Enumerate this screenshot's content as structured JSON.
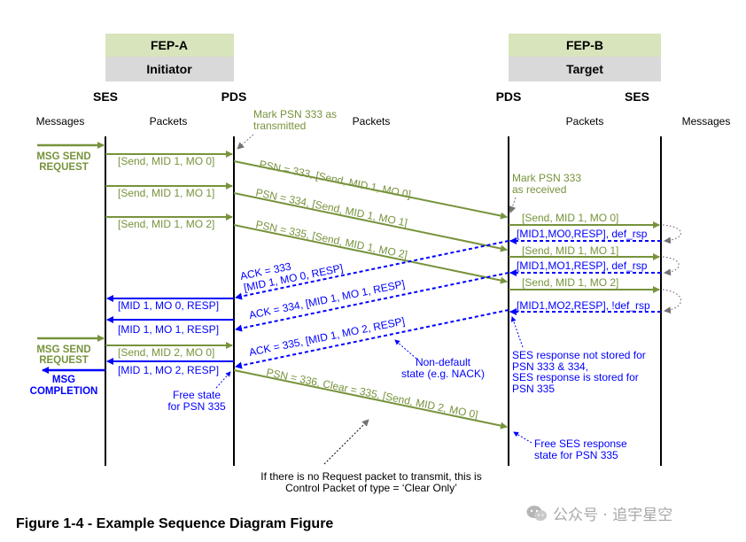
{
  "colors": {
    "green": "#77933C",
    "blue": "#0000FF",
    "black": "#000000",
    "grey": "#767171",
    "header_green": "#D8E4BC",
    "header_grey": "#D9D9D9"
  },
  "fep_a": {
    "name": "FEP-A",
    "role": "Initiator"
  },
  "fep_b": {
    "name": "FEP-B",
    "role": "Target"
  },
  "lanes": {
    "ses_left": "SES",
    "pds_left": "PDS",
    "pds_right": "PDS",
    "ses_right": "SES"
  },
  "columns": {
    "messages_left": "Messages",
    "packets_left": "Packets",
    "packets_mid": "Packets",
    "packets_right": "Packets",
    "messages_right": "Messages"
  },
  "msg": {
    "send_request_1": [
      "MSG SEND",
      "REQUEST"
    ],
    "send_request_2": [
      "MSG SEND",
      "REQUEST"
    ],
    "completion": [
      "MSG",
      "COMPLETION"
    ]
  },
  "left_packets": {
    "p1": "[Send, MID 1, MO 0]",
    "p2": "[Send, MID 1, MO 1]",
    "p3": "[Send, MID 1, MO 2]",
    "r1": "[MID 1, MO 0, RESP]",
    "r2": "[MID 1, MO 1, RESP]",
    "p4": "[Send, MID 2, MO 0]",
    "r3": "[MID 1, MO 2, RESP]"
  },
  "wire": {
    "psn333": "PSN = 333, [Send, MID 1, MO 0]",
    "psn334": "PSN = 334, [Send, MID 1, MO 1]",
    "psn335": "PSN = 335, [Send, MID 1, MO 2]",
    "ack333": [
      "ACK = 333",
      "[MID 1, MO 0, RESP]"
    ],
    "ack334": "ACK = 334, [MID 1, MO 1, RESP]",
    "ack335": "ACK = 335, [MID 1, MO 2, RESP]",
    "psn336": "PSN = 336, Clear = 335, [Send, MID 2, MO 0]"
  },
  "right_packets": {
    "d1": "[Send, MID 1, MO 0]",
    "s1": "[MID1,MO0,RESP], def_rsp",
    "d2": "[Send, MID 1, MO 1]",
    "s2": "[MID1,MO1,RESP], def_rsp",
    "d3": "[Send, MID 1, MO 2]",
    "s3": "[MID1,MO2,RESP], !def_rsp"
  },
  "notes": {
    "mark_transmitted": [
      "Mark PSN 333 as",
      "transmitted"
    ],
    "mark_received": [
      "Mark PSN 333",
      "as received"
    ],
    "non_default": [
      "Non-default",
      "state (e.g. NACK)"
    ],
    "free_state": [
      "Free state",
      "for PSN 335"
    ],
    "ses_response": [
      "SES response not stored for",
      "PSN 333 & 334,",
      "SES response is stored for",
      "PSN 335"
    ],
    "free_ses": [
      "Free SES response",
      "state for PSN 335"
    ],
    "control_packet": [
      "If there is no Request packet to transmit, this is",
      "Control Packet of type = ‘Clear Only’"
    ]
  },
  "caption": "Figure 1-4 - Example Sequence Diagram Figure",
  "watermark": {
    "icon": "wechat-icon",
    "text": "公众号 · 追宇星空"
  }
}
